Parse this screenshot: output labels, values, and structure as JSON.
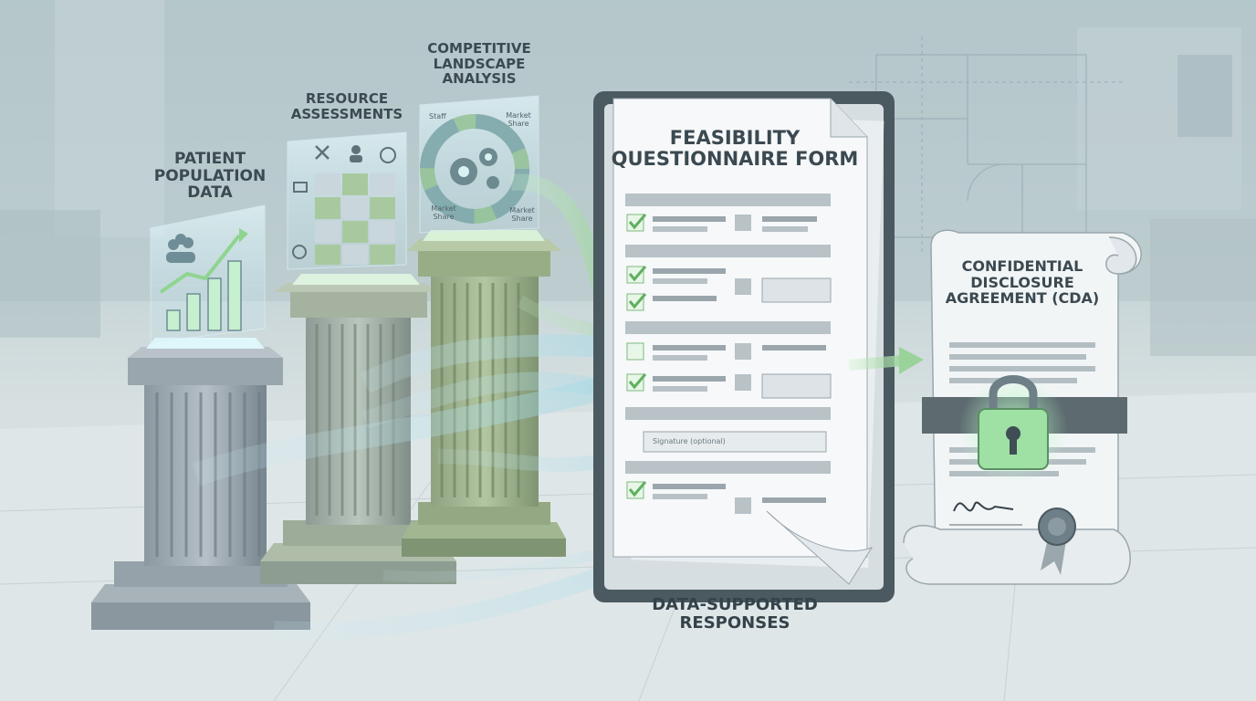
{
  "pillars": [
    {
      "label": "PATIENT POPULATION DATA"
    },
    {
      "label": "RESOURCE ASSESSMENTS"
    },
    {
      "label": "COMPETITIVE LANDSCAPE ANALYSIS"
    }
  ],
  "competitive_labels": {
    "top_left": "Staff",
    "top_right": "Market Share",
    "bottom_left": "Market Share",
    "bottom_right": "Market Share"
  },
  "form": {
    "title": "FEASIBILITY QUESTIONNAIRE FORM",
    "field_hint": "Signature (optional)"
  },
  "cda": {
    "title": "CONFIDENTIAL DISCLOSURE AGREEMENT (CDA)"
  },
  "responses": {
    "label": "DATA-SUPPORTED RESPONSES"
  },
  "colors": {
    "accent_green": "#7dc97b",
    "slate": "#6f7f88",
    "sage": "#9db58c",
    "flow_blue": "#a8d8e6"
  }
}
